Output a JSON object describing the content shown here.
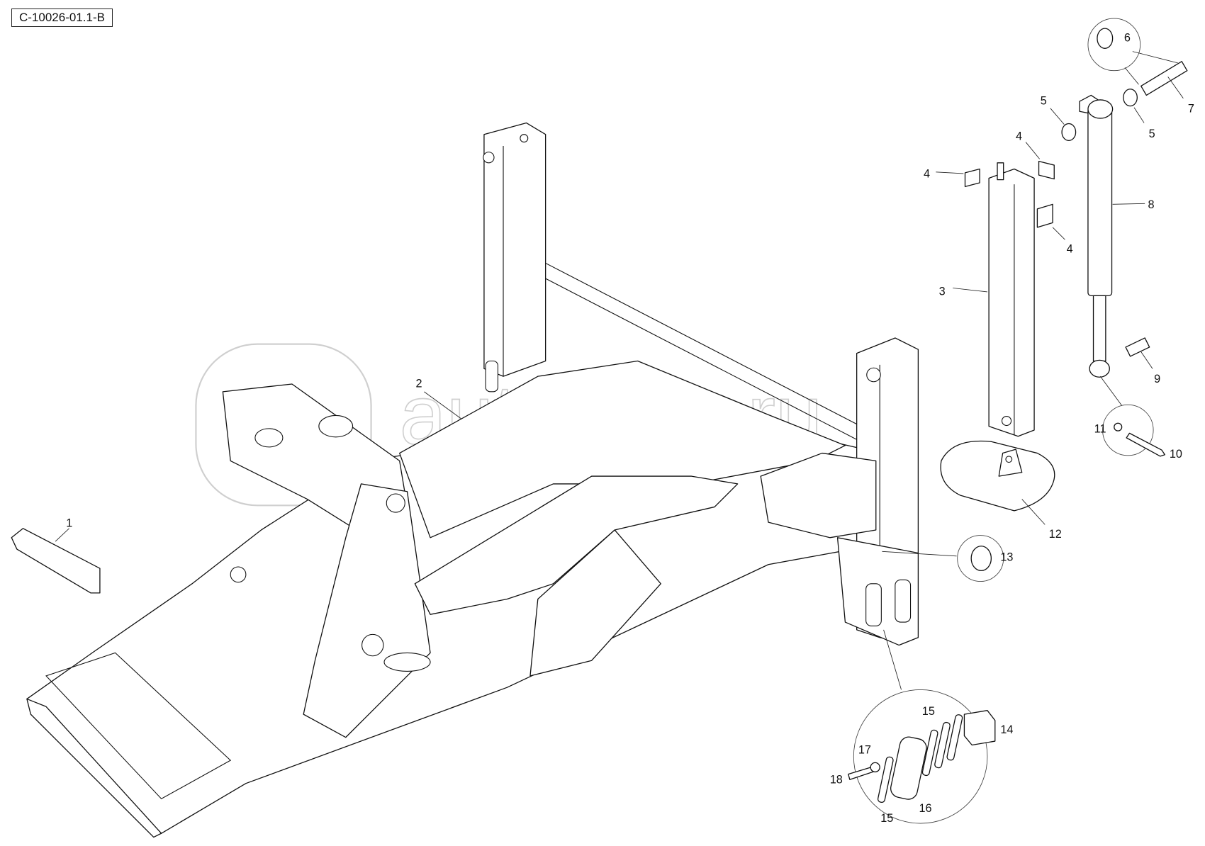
{
  "drawing": {
    "reference_code": "C-10026-01.1-B",
    "watermark": "autopiter.ru"
  },
  "callouts": {
    "c1": "1",
    "c2": "2",
    "c3": "3",
    "c4a": "4",
    "c4b": "4",
    "c4c": "4",
    "c5a": "5",
    "c5b": "5",
    "c6": "6",
    "c7": "7",
    "c8": "8",
    "c9": "9",
    "c10": "10",
    "c11": "11",
    "c12": "12",
    "c13": "13",
    "c14": "14",
    "c15a": "15",
    "c15b": "15",
    "c16": "16",
    "c17": "17",
    "c18": "18"
  }
}
